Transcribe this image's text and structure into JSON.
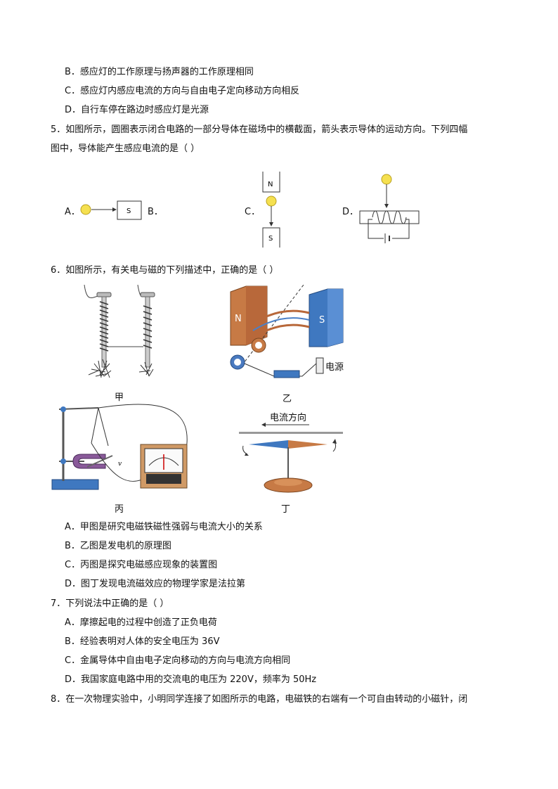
{
  "q4_options": [
    "B．感应灯的工作原理与扬声器的工作原理相同",
    "C．感应灯内感应电流的方向与自由电子定向移动方向相反",
    "D．自行车停在路边时感应灯是光源"
  ],
  "q5": {
    "stem_line1": "5．如图所示，圆圈表示闭合电路的一部分导体在磁场中的横截面，箭头表示导体的运动方向。下列四幅",
    "stem_line2": "图中，导体能产生感应电流的是（    ）",
    "label_a": "A．",
    "label_b": "B．",
    "label_c": "C．",
    "label_d": "D．",
    "pole_n": "N",
    "pole_s": "S"
  },
  "q6": {
    "stem": "6．如图所示，有关电与磁的下列描述中，正确的是（        ）",
    "fig_jia": "甲",
    "fig_yi": "乙",
    "fig_bing": "丙",
    "fig_ding": "丁",
    "power_label": "电源",
    "current_dir": "电流方向",
    "pole_n": "N",
    "pole_s": "S",
    "v_label": "v",
    "options": [
      "A．甲图是研究电磁铁磁性强弱与电流大小的关系",
      "B．乙图是发电机的原理图",
      "C．丙图是探究电磁感应现象的装置图",
      "D．图丁发现电流磁效应的物理学家是法拉第"
    ]
  },
  "q7": {
    "stem": "7．下列说法中正确的是（        ）",
    "options": [
      "A．摩擦起电的过程中创造了正负电荷",
      "B．经验表明对人体的安全电压为  36V",
      "C．金属导体中自由电子定向移动的方向与电流方向相同",
      "D．我国家庭电路中用的交流电的电压为 220V，频率为 50Hz"
    ]
  },
  "q8": {
    "stem": "8．在一次物理实验中，小明同学连接了如图所示的电路，电磁铁的右端有一个可自由转动的小磁针，闭"
  }
}
